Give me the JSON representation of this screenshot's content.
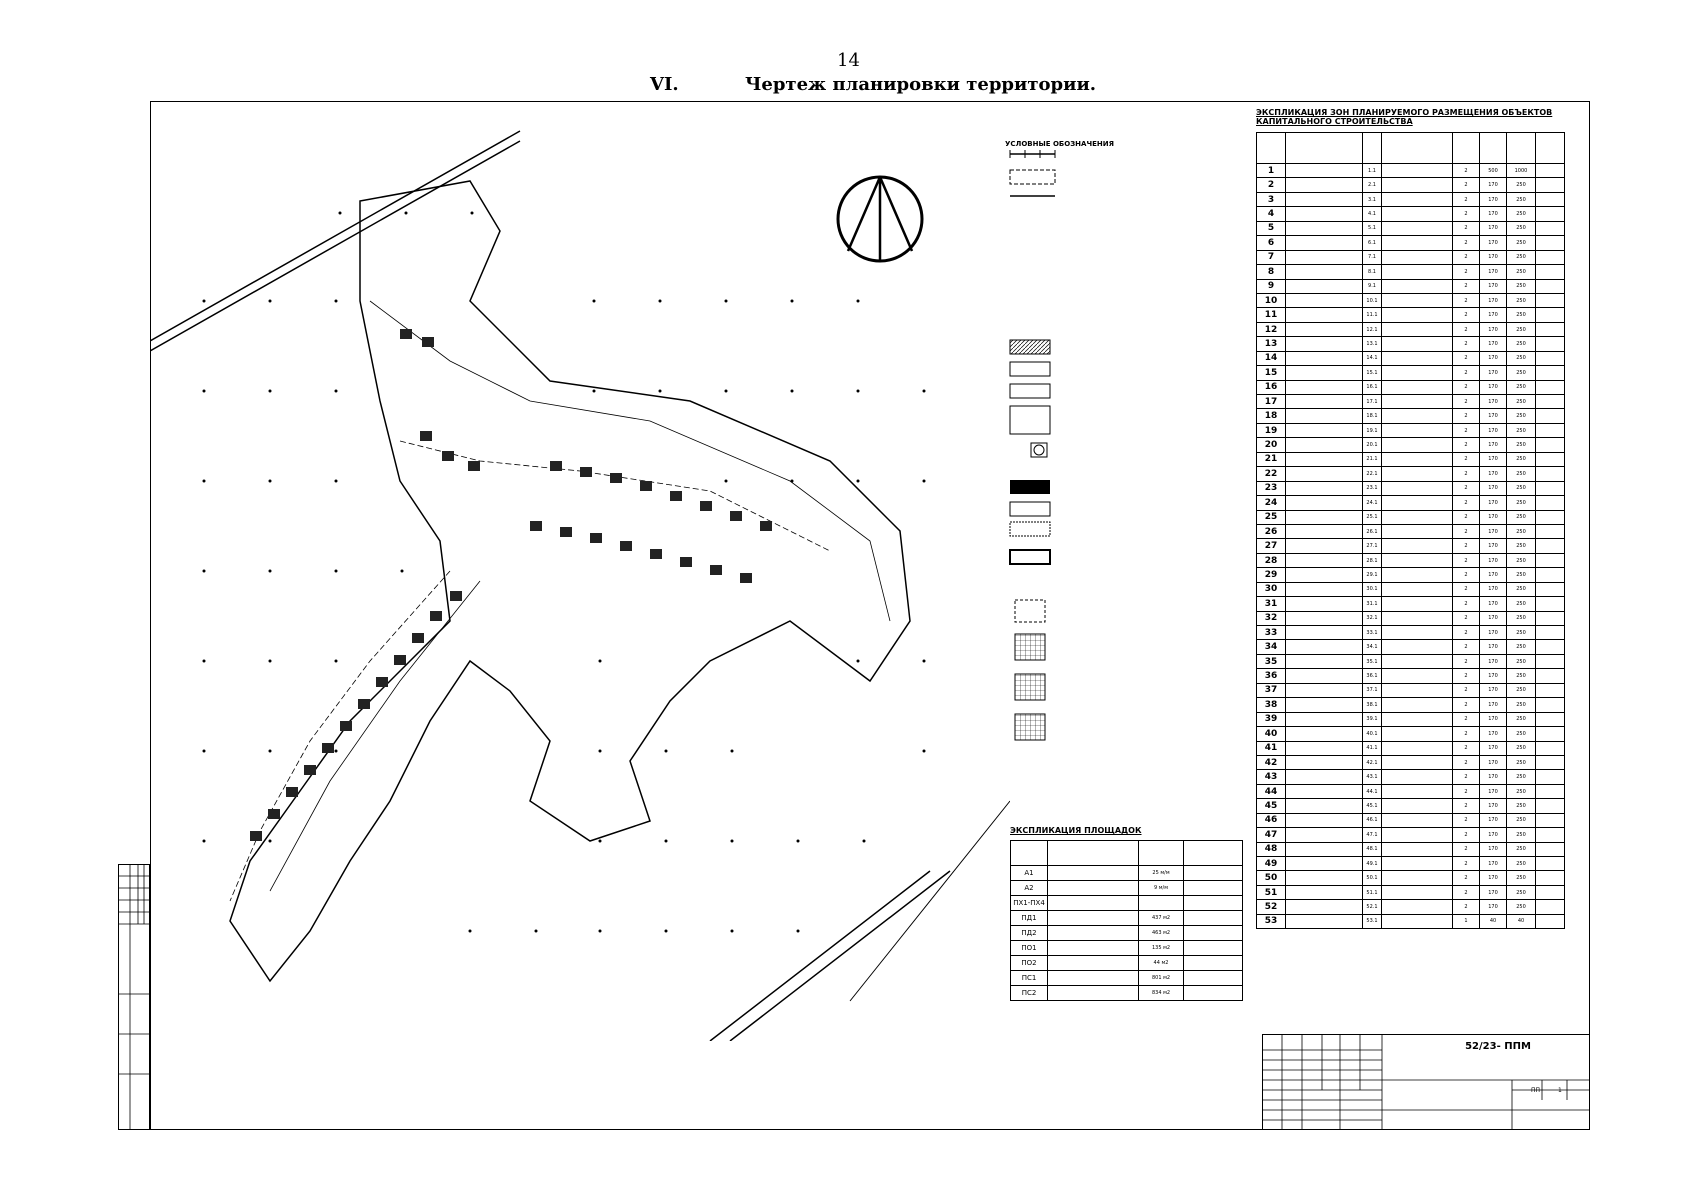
{
  "page_number": "14",
  "heading": {
    "number": "VI.",
    "text": "Чертеж планировки территории."
  },
  "legend": {
    "title": "УСЛОВНЫЕ ОБОЗНАЧЕНИЯ"
  },
  "zones": {
    "title": "ЭКСПЛИКАЦИЯ ЗОН ПЛАНИРУЕМОГО РАЗМЕЩЕНИЯ ОБЪЕКТОВ КАПИТАЛЬНОГО СТРОИТЕЛЬСТВА",
    "rows": [
      {
        "n": "1",
        "code": "1.1",
        "floors": "2",
        "a": "500",
        "b": "1000"
      },
      {
        "n": "2",
        "code": "2.1",
        "floors": "2",
        "a": "170",
        "b": "250"
      },
      {
        "n": "3",
        "code": "3.1",
        "floors": "2",
        "a": "170",
        "b": "250"
      },
      {
        "n": "4",
        "code": "4.1",
        "floors": "2",
        "a": "170",
        "b": "250"
      },
      {
        "n": "5",
        "code": "5.1",
        "floors": "2",
        "a": "170",
        "b": "250"
      },
      {
        "n": "6",
        "code": "6.1",
        "floors": "2",
        "a": "170",
        "b": "250"
      },
      {
        "n": "7",
        "code": "7.1",
        "floors": "2",
        "a": "170",
        "b": "250"
      },
      {
        "n": "8",
        "code": "8.1",
        "floors": "2",
        "a": "170",
        "b": "250"
      },
      {
        "n": "9",
        "code": "9.1",
        "floors": "2",
        "a": "170",
        "b": "250"
      },
      {
        "n": "10",
        "code": "10.1",
        "floors": "2",
        "a": "170",
        "b": "250"
      },
      {
        "n": "11",
        "code": "11.1",
        "floors": "2",
        "a": "170",
        "b": "250"
      },
      {
        "n": "12",
        "code": "12.1",
        "floors": "2",
        "a": "170",
        "b": "250"
      },
      {
        "n": "13",
        "code": "13.1",
        "floors": "2",
        "a": "170",
        "b": "250"
      },
      {
        "n": "14",
        "code": "14.1",
        "floors": "2",
        "a": "170",
        "b": "250"
      },
      {
        "n": "15",
        "code": "15.1",
        "floors": "2",
        "a": "170",
        "b": "250"
      },
      {
        "n": "16",
        "code": "16.1",
        "floors": "2",
        "a": "170",
        "b": "250"
      },
      {
        "n": "17",
        "code": "17.1",
        "floors": "2",
        "a": "170",
        "b": "250"
      },
      {
        "n": "18",
        "code": "18.1",
        "floors": "2",
        "a": "170",
        "b": "250"
      },
      {
        "n": "19",
        "code": "19.1",
        "floors": "2",
        "a": "170",
        "b": "250"
      },
      {
        "n": "20",
        "code": "20.1",
        "floors": "2",
        "a": "170",
        "b": "250"
      },
      {
        "n": "21",
        "code": "21.1",
        "floors": "2",
        "a": "170",
        "b": "250"
      },
      {
        "n": "22",
        "code": "22.1",
        "floors": "2",
        "a": "170",
        "b": "250"
      },
      {
        "n": "23",
        "code": "23.1",
        "floors": "2",
        "a": "170",
        "b": "250"
      },
      {
        "n": "24",
        "code": "24.1",
        "floors": "2",
        "a": "170",
        "b": "250"
      },
      {
        "n": "25",
        "code": "25.1",
        "floors": "2",
        "a": "170",
        "b": "250"
      },
      {
        "n": "26",
        "code": "26.1",
        "floors": "2",
        "a": "170",
        "b": "250"
      },
      {
        "n": "27",
        "code": "27.1",
        "floors": "2",
        "a": "170",
        "b": "250"
      },
      {
        "n": "28",
        "code": "28.1",
        "floors": "2",
        "a": "170",
        "b": "250"
      },
      {
        "n": "29",
        "code": "29.1",
        "floors": "2",
        "a": "170",
        "b": "250"
      },
      {
        "n": "30",
        "code": "30.1",
        "floors": "2",
        "a": "170",
        "b": "250"
      },
      {
        "n": "31",
        "code": "31.1",
        "floors": "2",
        "a": "170",
        "b": "250"
      },
      {
        "n": "32",
        "code": "32.1",
        "floors": "2",
        "a": "170",
        "b": "250"
      },
      {
        "n": "33",
        "code": "33.1",
        "floors": "2",
        "a": "170",
        "b": "250"
      },
      {
        "n": "34",
        "code": "34.1",
        "floors": "2",
        "a": "170",
        "b": "250"
      },
      {
        "n": "35",
        "code": "35.1",
        "floors": "2",
        "a": "170",
        "b": "250"
      },
      {
        "n": "36",
        "code": "36.1",
        "floors": "2",
        "a": "170",
        "b": "250"
      },
      {
        "n": "37",
        "code": "37.1",
        "floors": "2",
        "a": "170",
        "b": "250"
      },
      {
        "n": "38",
        "code": "38.1",
        "floors": "2",
        "a": "170",
        "b": "250"
      },
      {
        "n": "39",
        "code": "39.1",
        "floors": "2",
        "a": "170",
        "b": "250"
      },
      {
        "n": "40",
        "code": "40.1",
        "floors": "2",
        "a": "170",
        "b": "250"
      },
      {
        "n": "41",
        "code": "41.1",
        "floors": "2",
        "a": "170",
        "b": "250"
      },
      {
        "n": "42",
        "code": "42.1",
        "floors": "2",
        "a": "170",
        "b": "250"
      },
      {
        "n": "43",
        "code": "43.1",
        "floors": "2",
        "a": "170",
        "b": "250"
      },
      {
        "n": "44",
        "code": "44.1",
        "floors": "2",
        "a": "170",
        "b": "250"
      },
      {
        "n": "45",
        "code": "45.1",
        "floors": "2",
        "a": "170",
        "b": "250"
      },
      {
        "n": "46",
        "code": "46.1",
        "floors": "2",
        "a": "170",
        "b": "250"
      },
      {
        "n": "47",
        "code": "47.1",
        "floors": "2",
        "a": "170",
        "b": "250"
      },
      {
        "n": "48",
        "code": "48.1",
        "floors": "2",
        "a": "170",
        "b": "250"
      },
      {
        "n": "49",
        "code": "49.1",
        "floors": "2",
        "a": "170",
        "b": "250"
      },
      {
        "n": "50",
        "code": "50.1",
        "floors": "2",
        "a": "170",
        "b": "250"
      },
      {
        "n": "51",
        "code": "51.1",
        "floors": "2",
        "a": "170",
        "b": "250"
      },
      {
        "n": "52",
        "code": "52.1",
        "floors": "2",
        "a": "170",
        "b": "250"
      },
      {
        "n": "53",
        "code": "53.1",
        "floors": "1",
        "a": "40",
        "b": "40"
      }
    ]
  },
  "sites": {
    "title": "ЭКСПЛИКАЦИЯ ПЛОЩАДОК",
    "rows": [
      {
        "code": "А1",
        "area": "25 м/м"
      },
      {
        "code": "А2",
        "area": "9 м/м"
      },
      {
        "code": "ПХ1-ПХ4",
        "area": ""
      },
      {
        "code": "ПД1",
        "area": "437 м2"
      },
      {
        "code": "ПД2",
        "area": "463 м2"
      },
      {
        "code": "ПО1",
        "area": "135 м2"
      },
      {
        "code": "ПО2",
        "area": "44 м2"
      },
      {
        "code": "ПС1",
        "area": "801 м2"
      },
      {
        "code": "ПС2",
        "area": "834 м2"
      }
    ]
  },
  "stamp": {
    "code": "52/23- ППМ",
    "stage": "ПП",
    "sheet": "1"
  }
}
